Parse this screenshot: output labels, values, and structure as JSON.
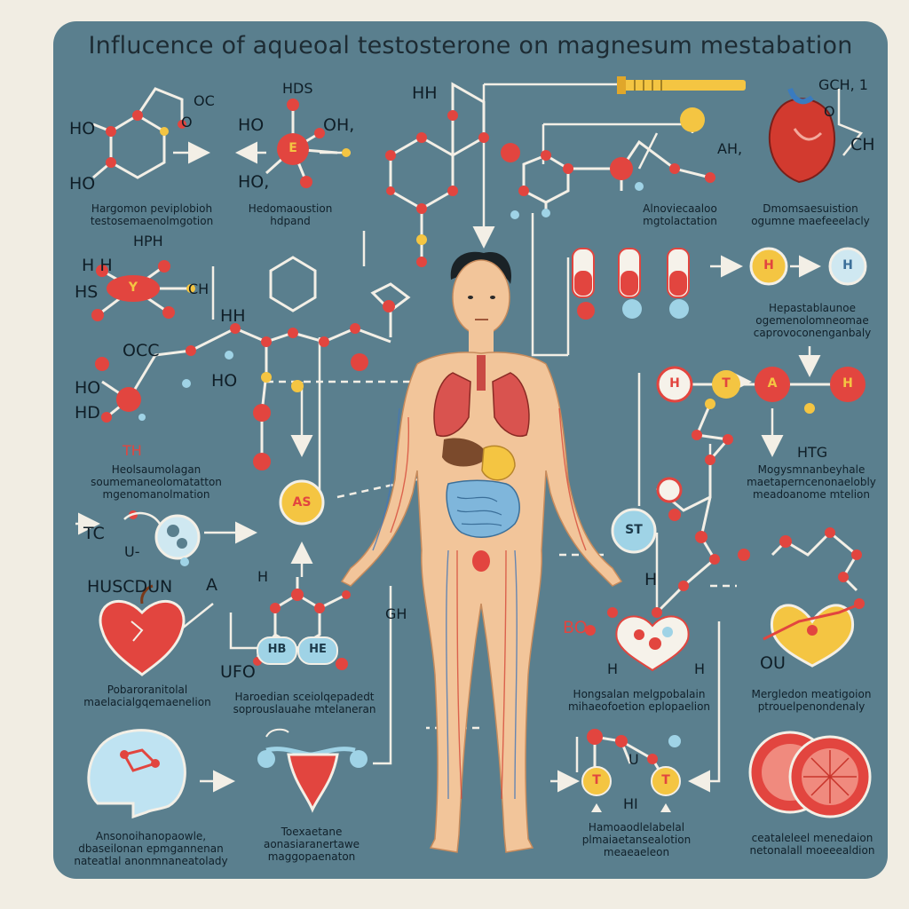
{
  "title": "Influcence of aqueoal testosterone on magnesum mestabation",
  "captions": {
    "c1": "Hargomon peviplobioh testosemaenolmgotion",
    "c2": "Hedomaoustion hdpand",
    "c3": "Alnoviecaaloo mgtolactation",
    "c4": "Dmomsaesuistion ogumne maefeeelacly",
    "c5": "Hepastablaunoe ogemenolomneomae caprovoconenganbaly",
    "c6": "Heolsaumolagan soumemaneolomatatton mgenomanolmation",
    "c7": "Mogysmnanbeyhale maetaperncenonaelobly meadoanome mtelion",
    "c8": "Pobaroranitolal maelacialgqemaenelion",
    "c9": "Haroedian sceiolqepadedt soprouslauahe mtelaneran",
    "c10": "Hongsalan melgpobalain mihaeofoetion eplopaelion",
    "c11": "Mergledon meatigoion ptrouelpenondenaly",
    "c12": "Ansonoihanopaowle, dbaseilonan epmgannenan nateatlal anonmnaneatolady",
    "c13": "Toexaetane aonasiaranertawe maggopaenaton",
    "c14": "Hamoaodlelabelal plmaiaetansealotion meaeaeleon",
    "c15": "ceataleleel menedaion netonalall moeeealdion"
  },
  "labels": {
    "ho1": "HO",
    "ho2": "HO",
    "oc1": "OC",
    "o1": "O",
    "hds": "HDS",
    "ho3": "HO",
    "oh1": "OH,",
    "hoo": "HO,",
    "e": "E",
    "hh1": "HH",
    "gch": "GCH, 1",
    "o2": "O",
    "ch1": "CH",
    "ah": "AH,",
    "hph": "HPH",
    "hh2": "H H",
    "hs": "HS",
    "y": "Y",
    "ch2": "CH",
    "hh3": "HH",
    "occ": "OCC",
    "ho4": "HO",
    "hd": "HD",
    "ho5": "HO",
    "th": "TH",
    "as": "AS",
    "h1": "H",
    "h2": "H",
    "h3": "H",
    "t1": "T",
    "a1": "A",
    "h4": "H",
    "htg": "HTG",
    "tc": "TC",
    "u": "U-",
    "st": "ST",
    "h5": "H",
    "musc": "HUSCDUN",
    "ac": "A",
    "h6": "H",
    "gh": "GH",
    "ufo": "UFO",
    "hb": "HB",
    "he": "HE",
    "bo": "BO",
    "h7": "H",
    "h8": "H",
    "ou": "OU",
    "t2": "T",
    "t3": "T",
    "u2": "U",
    "hi": "HI"
  },
  "colors": {
    "panel": "#5a7f8e",
    "background": "#f1ede3",
    "atom_red": "#e2453f",
    "atom_yellow": "#f4c542",
    "atom_cyan": "#9fd3e6",
    "bond": "#f3efe6",
    "skin": "#f2c59a",
    "lung": "#d9534f",
    "heart": "#d23a2f"
  },
  "icons": [
    "heart-organ-icon",
    "apple-heart-icon",
    "brain-icon",
    "uterus-icon",
    "muscle-cross-section-icon",
    "test-tube-icon",
    "syringe-icon",
    "human-body-figure"
  ]
}
